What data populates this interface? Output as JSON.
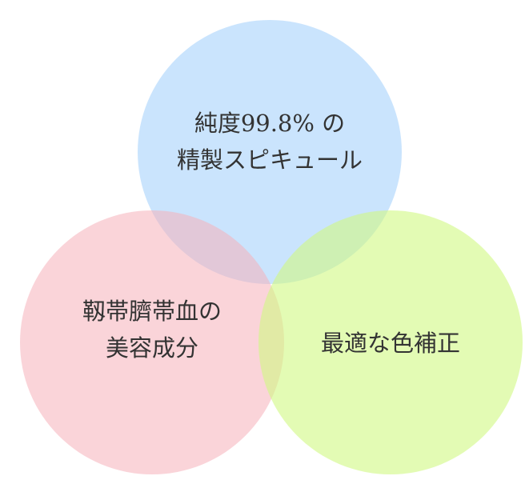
{
  "circles": [
    {
      "id": "blue",
      "lines": [
        "純度99.8% の",
        "精製スピキュール"
      ],
      "color": "#cce5fe"
    },
    {
      "id": "pink",
      "lines": [
        "靱帯臍帯血の",
        "美容成分"
      ],
      "color": "#fad4d8"
    },
    {
      "id": "green",
      "lines": [
        "最適な色補正"
      ],
      "color": "#e3fbaf"
    }
  ]
}
